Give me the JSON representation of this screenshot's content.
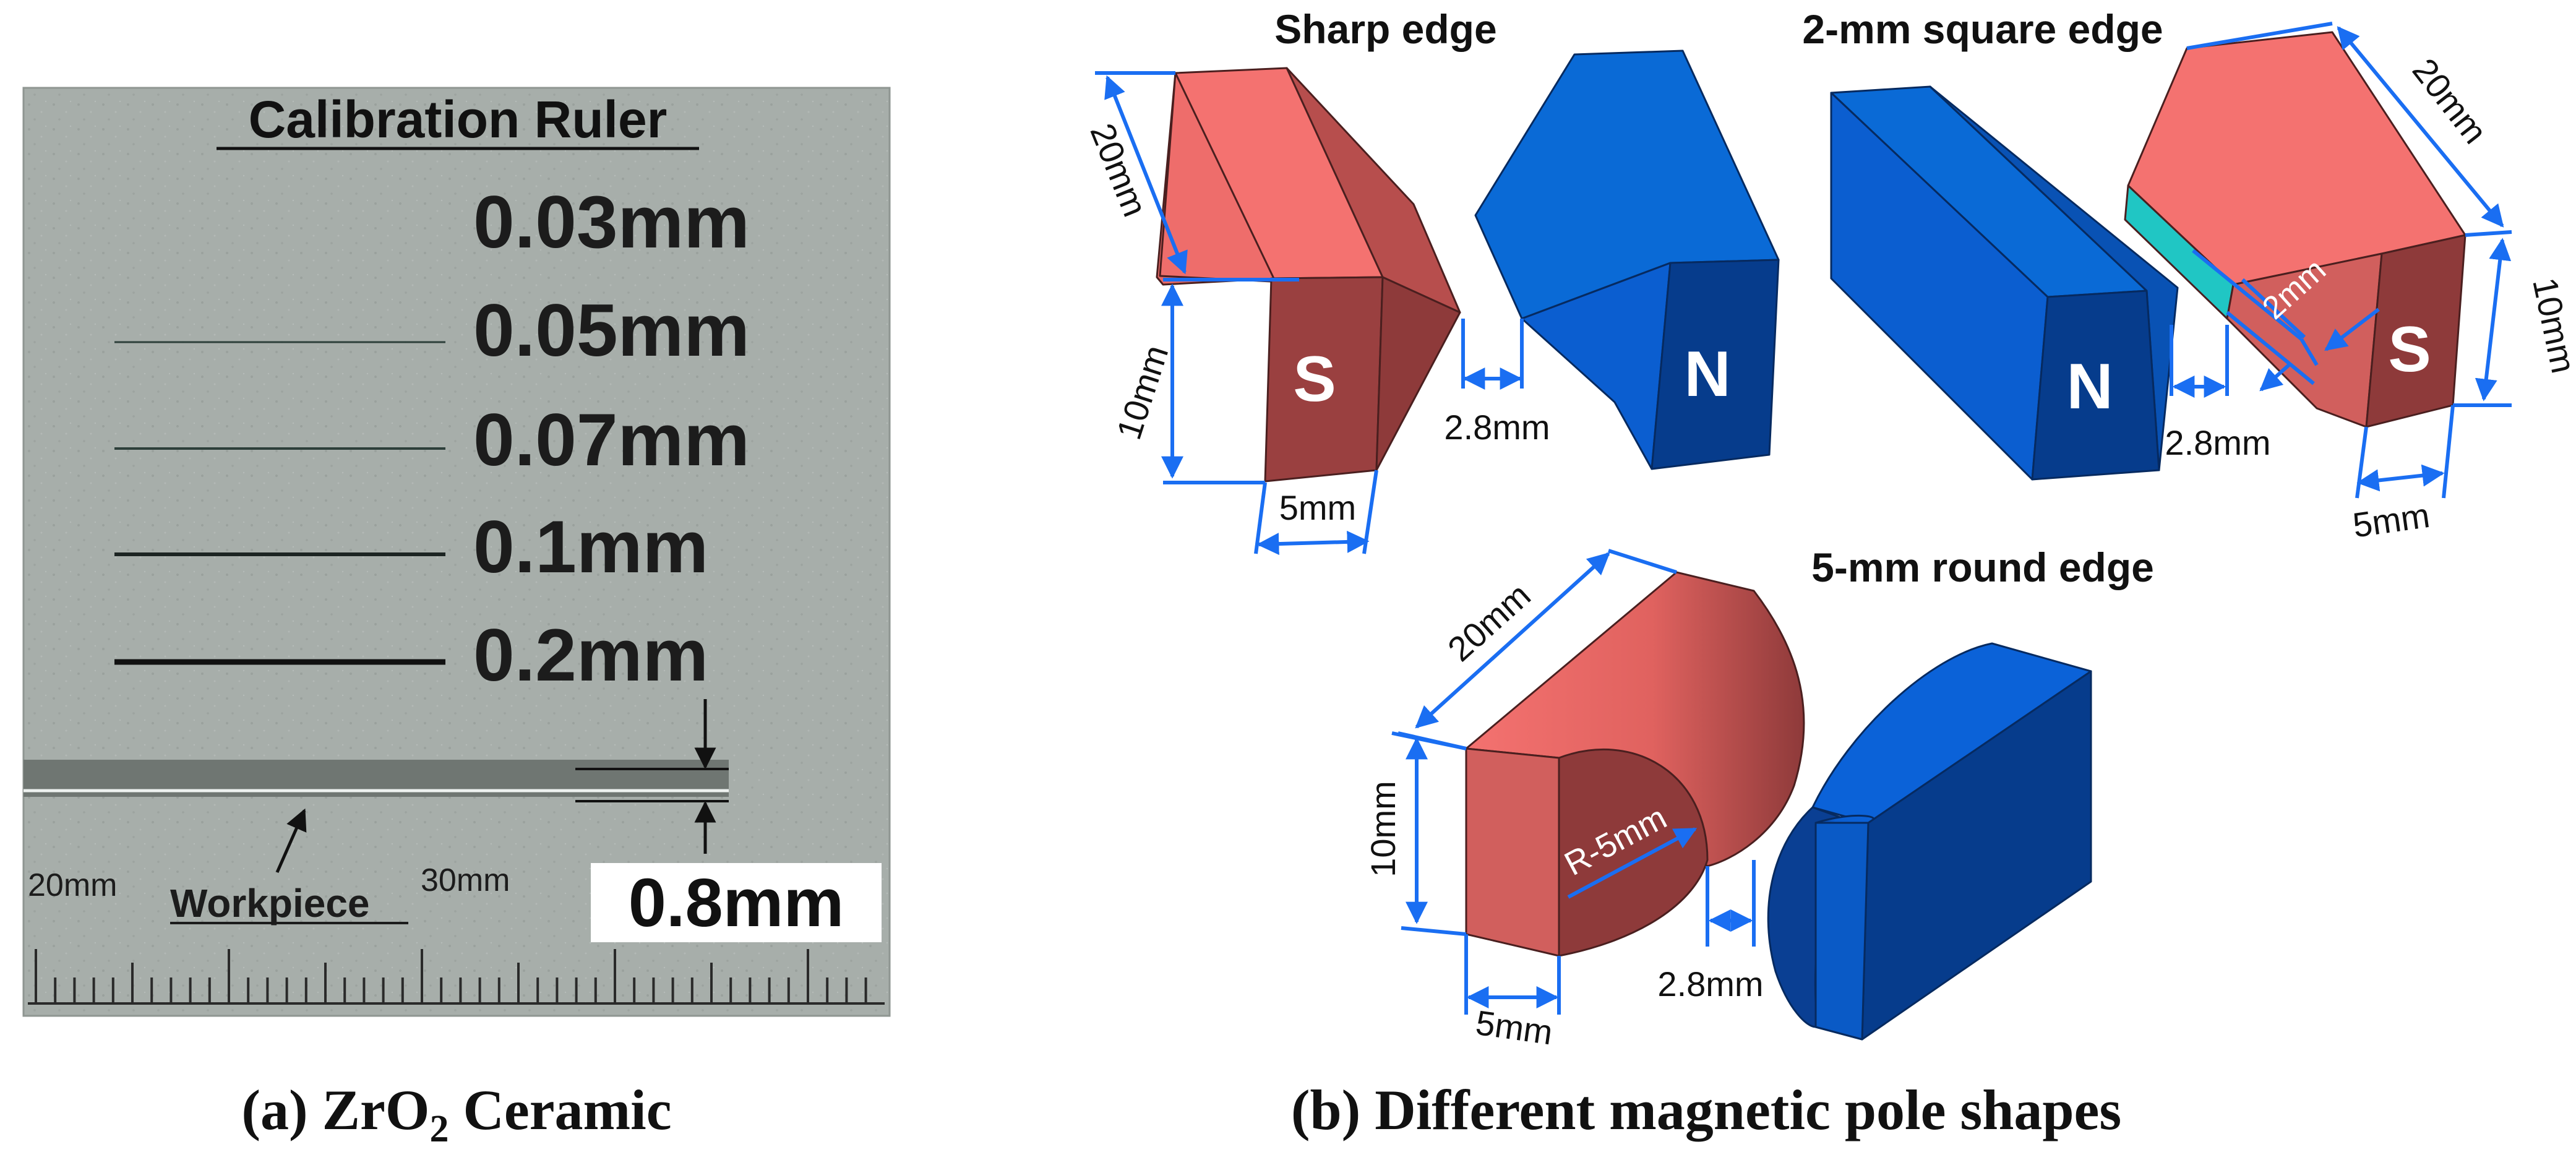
{
  "panel_a": {
    "ruler_title": "Calibration Ruler",
    "line_labels": [
      "0.03mm",
      "0.05mm",
      "0.07mm",
      "0.1mm",
      "0.2mm"
    ],
    "workpiece_label": "Workpiece",
    "scale_label_left": "20mm",
    "scale_label_right": "30mm",
    "thickness_label": "0.8mm",
    "caption_prefix": "(a) ZrO",
    "caption_sub": "2",
    "caption_suffix": " Ceramic"
  },
  "panel_b": {
    "caption": "(b) Different magnetic pole shapes",
    "sharp": {
      "title": "Sharp edge",
      "length": "20mm",
      "height": "10mm",
      "width": "5mm",
      "gap": "2.8mm",
      "pole_south": "S",
      "pole_north": "N"
    },
    "square": {
      "title": "2-mm square edge",
      "length": "20mm",
      "height": "10mm",
      "width": "5mm",
      "gap": "2.8mm",
      "chamfer": "2mm",
      "pole_south": "S",
      "pole_north": "N"
    },
    "round": {
      "title": "5-mm round edge",
      "length": "20mm",
      "height": "10mm",
      "width": "5mm",
      "gap": "2.8mm",
      "radius": "R-5mm"
    }
  },
  "colors": {
    "red_light": "#f47270",
    "red_mid": "#d15f5d",
    "red_dark": "#8e3a3a",
    "blue_light": "#0a6ad6",
    "blue_mid": "#0b55bb",
    "blue_dark": "#063c8c",
    "dimension": "#1a6ef2",
    "chamfer_cyan": "#20c6c4",
    "photo_bg": "#a7aeaa"
  }
}
